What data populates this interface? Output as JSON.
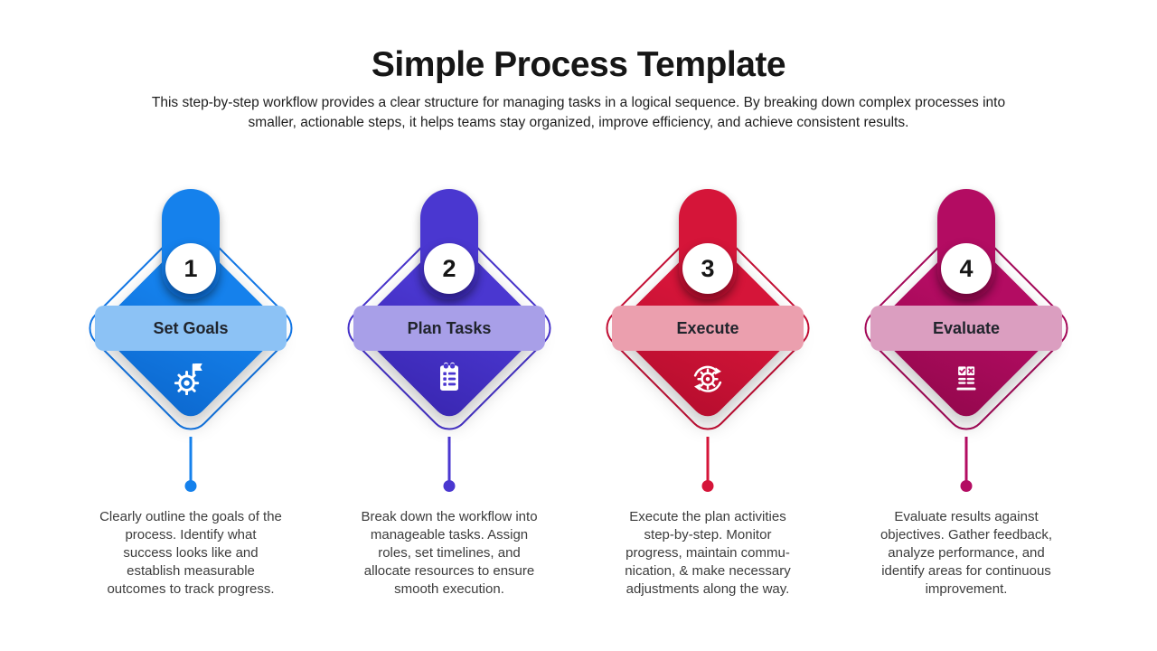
{
  "slide": {
    "title": "Simple Process Template",
    "subtitle": "This step-by-step workflow provides a clear structure for managing tasks in a logical sequence. By breaking down complex processes into\nsmaller, actionable steps, it helps teams stay organized, improve efficiency, and achieve consistent results."
  },
  "steps": [
    {
      "number": "1",
      "title": "Set Goals",
      "icon": "goal-flag-gear-icon",
      "description": "Clearly outline the goals of the\nprocess. Identify what\nsuccess looks like and\nestablish measurable\noutcomes to track progress.",
      "colors": {
        "accent": "#1581EC",
        "accent_dark": "#0D6BD2",
        "outline": "#1377E6",
        "band": "#8CC2F5"
      }
    },
    {
      "number": "2",
      "title": "Plan Tasks",
      "icon": "checklist-clipboard-icon",
      "description": "Break down the workflow into\nmanageable tasks. Assign\nroles, set timelines, and\nallocate resources to ensure\nsmooth execution.",
      "colors": {
        "accent": "#4A37D0",
        "accent_dark": "#3B28B4",
        "outline": "#4733CB",
        "band": "#A89FE8"
      }
    },
    {
      "number": "3",
      "title": "Execute",
      "icon": "gear-rotation-arrows-icon",
      "description": "Execute the plan activities\nstep-by-step. Monitor\nprogress, maintain commu-\nnication, & make necessary\nadjustments along the way.",
      "colors": {
        "accent": "#D51539",
        "accent_dark": "#B90E2F",
        "outline": "#C40F35",
        "band": "#EB9FAE"
      }
    },
    {
      "number": "4",
      "title": "Evaluate",
      "icon": "documents-check-cross-icon",
      "description": "Evaluate results against\nobjectives. Gather feedback,\nanalyze performance, and\nidentify areas for continuous\nimprovement.",
      "colors": {
        "accent": "#B30C62",
        "accent_dark": "#97084F",
        "outline": "#A50959",
        "band": "#DB9EC0"
      }
    }
  ]
}
